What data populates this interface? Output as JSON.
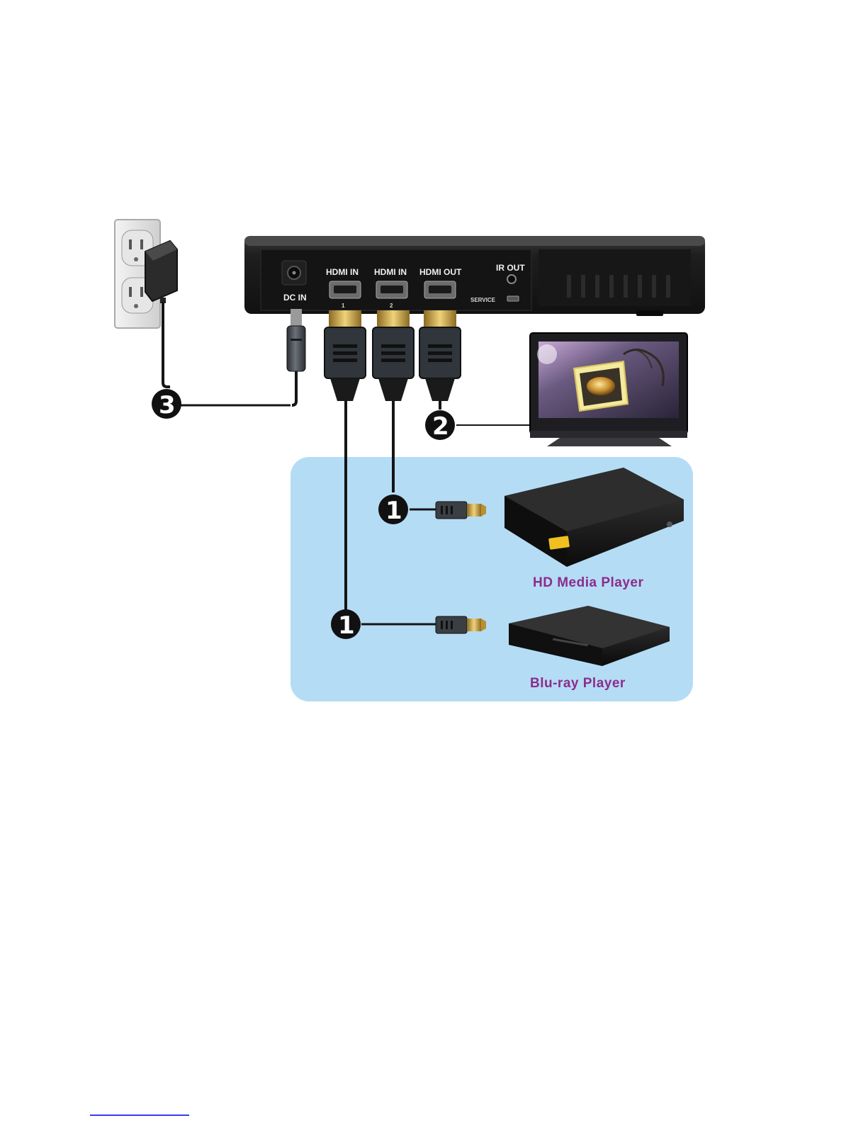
{
  "device": {
    "dc_in_label": "DC IN",
    "hdmi_in_1_label": "HDMI IN",
    "hdmi_in_1_index": "1",
    "hdmi_in_2_label": "HDMI IN",
    "hdmi_in_2_index": "2",
    "hdmi_out_label": "HDMI OUT",
    "ir_out_label": "IR OUT",
    "service_label": "SERVICE"
  },
  "steps": {
    "power": "3",
    "display": "2",
    "source_media": "1",
    "source_bluray": "1"
  },
  "sources": {
    "media_player_label": "HD Media Player",
    "bluray_player_label": "Blu-ray Player"
  },
  "colors": {
    "device_body": "#1c1c1c",
    "source_panel": "#b5dcf5",
    "cable_gold": "#c9a24a",
    "label_purple": "#8b2c8c"
  }
}
